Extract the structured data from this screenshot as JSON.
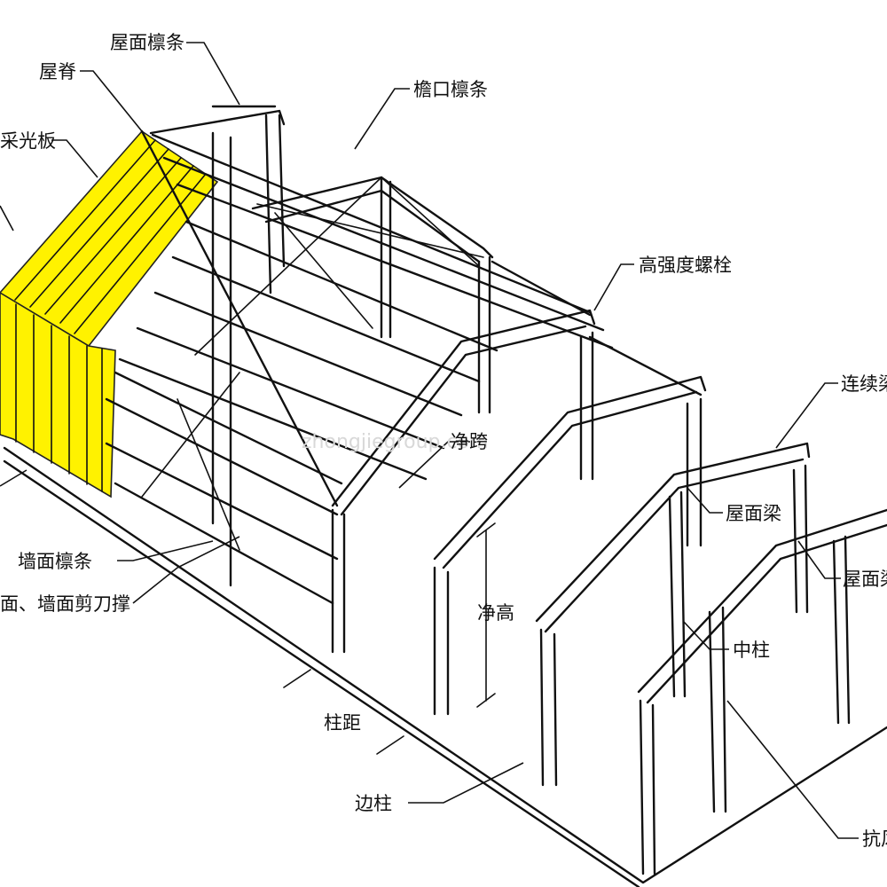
{
  "colors": {
    "panel_fill": "#fff200",
    "line": "#111111",
    "watermark": "#d8d8d8"
  },
  "watermark": "zhongjiegroup.com",
  "labels": {
    "roof_purlin": "屋面檩条",
    "ridge": "屋脊",
    "skylight": "采光板",
    "eave_purlin": "檐口檩条",
    "hs_bolt": "高强度螺栓",
    "continuous_beam": "连续梁",
    "clear_span": "净跨",
    "roof_beam_1": "屋面梁",
    "roof_beam_2": "屋面梁",
    "wall_purlin": "墙面檩条",
    "bracing": "面、墙面剪刀撑",
    "clear_height": "净高",
    "middle_column": "中柱",
    "column_spacing": "柱距",
    "edge_column": "边柱",
    "wind_column": "抗风柱"
  }
}
